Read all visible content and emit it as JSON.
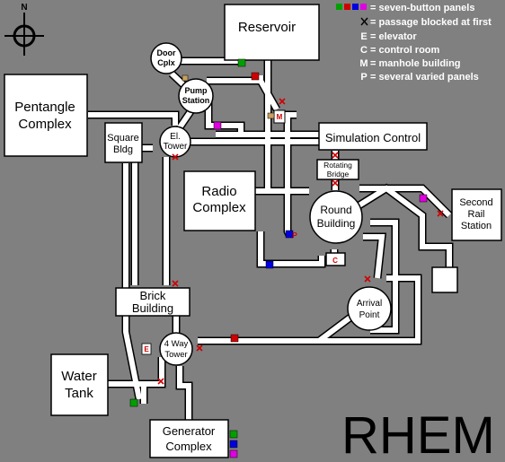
{
  "title": "RHEM",
  "compass_label": "N",
  "legend": {
    "seven_button": "= seven-button panels",
    "blocked": "= passage blocked at first",
    "elevator": "= elevator",
    "control_room": "= control room",
    "manhole": "= manhole building",
    "varied_panels": "= several varied panels",
    "symbols": {
      "blocked": "X",
      "elevator": "E",
      "control_room": "C",
      "manhole": "M",
      "varied_panels": "P"
    },
    "swatch_colors": [
      "#00a000",
      "#d00000",
      "#0000e0",
      "#e000e0"
    ]
  },
  "buildings": {
    "reservoir": "Reservoir",
    "door_cplx": [
      "Door",
      "Cplx"
    ],
    "pump_station": [
      "Pump",
      "Station"
    ],
    "pentangle": [
      "Pentangle",
      "Complex"
    ],
    "square_bldg": [
      "Square",
      "Bldg"
    ],
    "el_tower": [
      "El.",
      "Tower"
    ],
    "simulation_control": "Simulation Control",
    "rotating_bridge": [
      "Rotating",
      "Bridge"
    ],
    "radio_complex": [
      "Radio",
      "Complex"
    ],
    "round_building": [
      "Round",
      "Building"
    ],
    "second_rail_station": [
      "Second",
      "Rail",
      "Station"
    ],
    "arrival_point": [
      "Arrival",
      "Point"
    ],
    "brick_building": [
      "Brick",
      "Building"
    ],
    "four_way_tower": [
      "4 Way",
      "Tower"
    ],
    "water_tank": [
      "Water",
      "Tank"
    ],
    "generator_complex": [
      "Generator",
      "Complex"
    ]
  },
  "map_markers": {
    "elevator": "E",
    "control_room": "C",
    "manhole": "M",
    "varied_panels": "P"
  },
  "colors": {
    "background": "#808080",
    "building": "#ffffff",
    "blocked": "#d00000",
    "green_panel": "#00a000",
    "red_panel": "#d00000",
    "blue_panel": "#0000e0",
    "magenta_panel": "#e000e0"
  }
}
